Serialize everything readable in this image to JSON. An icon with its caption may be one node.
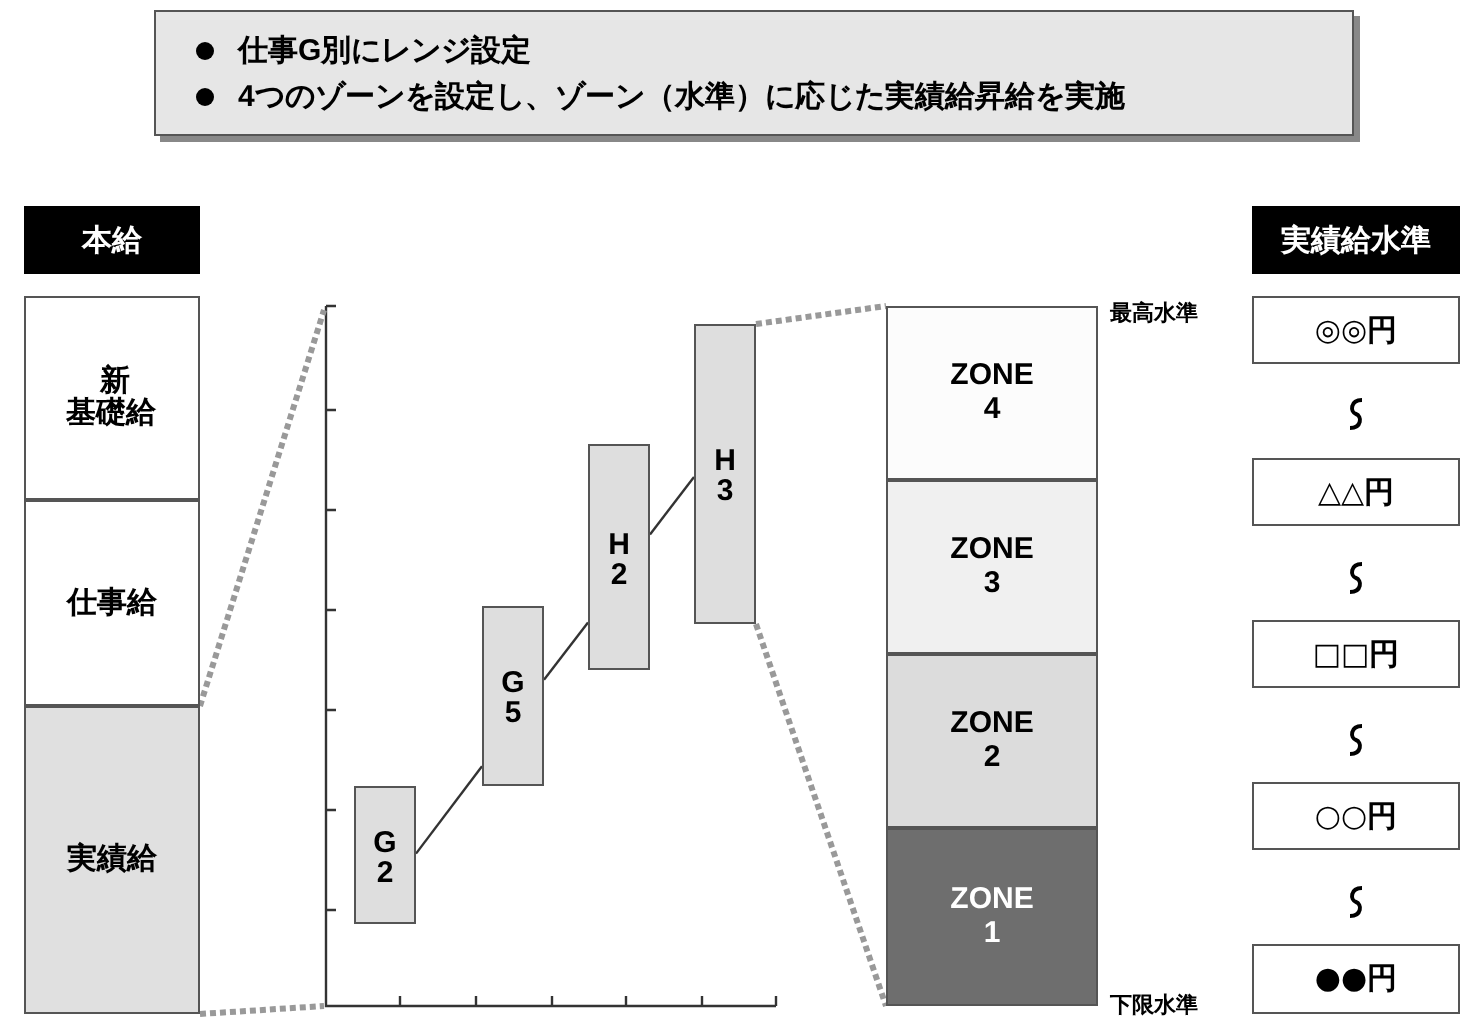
{
  "diagram": {
    "nodes": [
      {
        "text": [
          "仕事G別にレンジ設定",
          "4つのゾーンを設定し、ゾーン（水準）に応じた実績給昇給を実施"
        ]
      },
      {
        "text": [
          "本給"
        ]
      },
      {
        "text": [
          "新基礎給"
        ]
      },
      {
        "text": [
          "仕事給"
        ]
      },
      {
        "text": [
          "実績給"
        ]
      },
      {
        "text": [
          "G2"
        ]
      },
      {
        "text": [
          "G5"
        ]
      },
      {
        "text": [
          "H2"
        ]
      },
      {
        "text": [
          "H3"
        ]
      },
      {
        "text": [
          "ZONE 4"
        ]
      },
      {
        "text": [
          "ZONE 3"
        ]
      },
      {
        "text": [
          "ZONE 2"
        ]
      },
      {
        "text": [
          "ZONE 1"
        ]
      },
      {
        "text": [
          "実績給水準"
        ]
      },
      {
        "text": [
          "◎◎円"
        ]
      },
      {
        "text": [
          "△△円"
        ]
      },
      {
        "text": [
          "□□円"
        ]
      },
      {
        "text": [
          "○○円"
        ]
      },
      {
        "text": [
          "●●円"
        ]
      }
    ],
    "edges": [
      {
        "from": 5,
        "to": 6,
        "arrow": "none",
        "color": "#333333"
      },
      {
        "from": 6,
        "to": 7,
        "arrow": "none",
        "color": "#333333"
      },
      {
        "from": 7,
        "to": 8,
        "arrow": "none",
        "color": "#333333"
      },
      {
        "from": 4,
        "to": null,
        "arrow": "none",
        "style": "dashed",
        "color": "#999999"
      },
      {
        "from": 4,
        "to": null,
        "arrow": "none",
        "style": "dashed",
        "color": "#999999"
      },
      {
        "from": 8,
        "to": 9,
        "arrow": "none",
        "style": "dashed",
        "color": "#999999"
      },
      {
        "from": 8,
        "to": 12,
        "arrow": "none",
        "style": "dashed",
        "color": "#999999"
      }
    ],
    "labels": [
      "最高水準",
      "下限水準"
    ]
  }
}
